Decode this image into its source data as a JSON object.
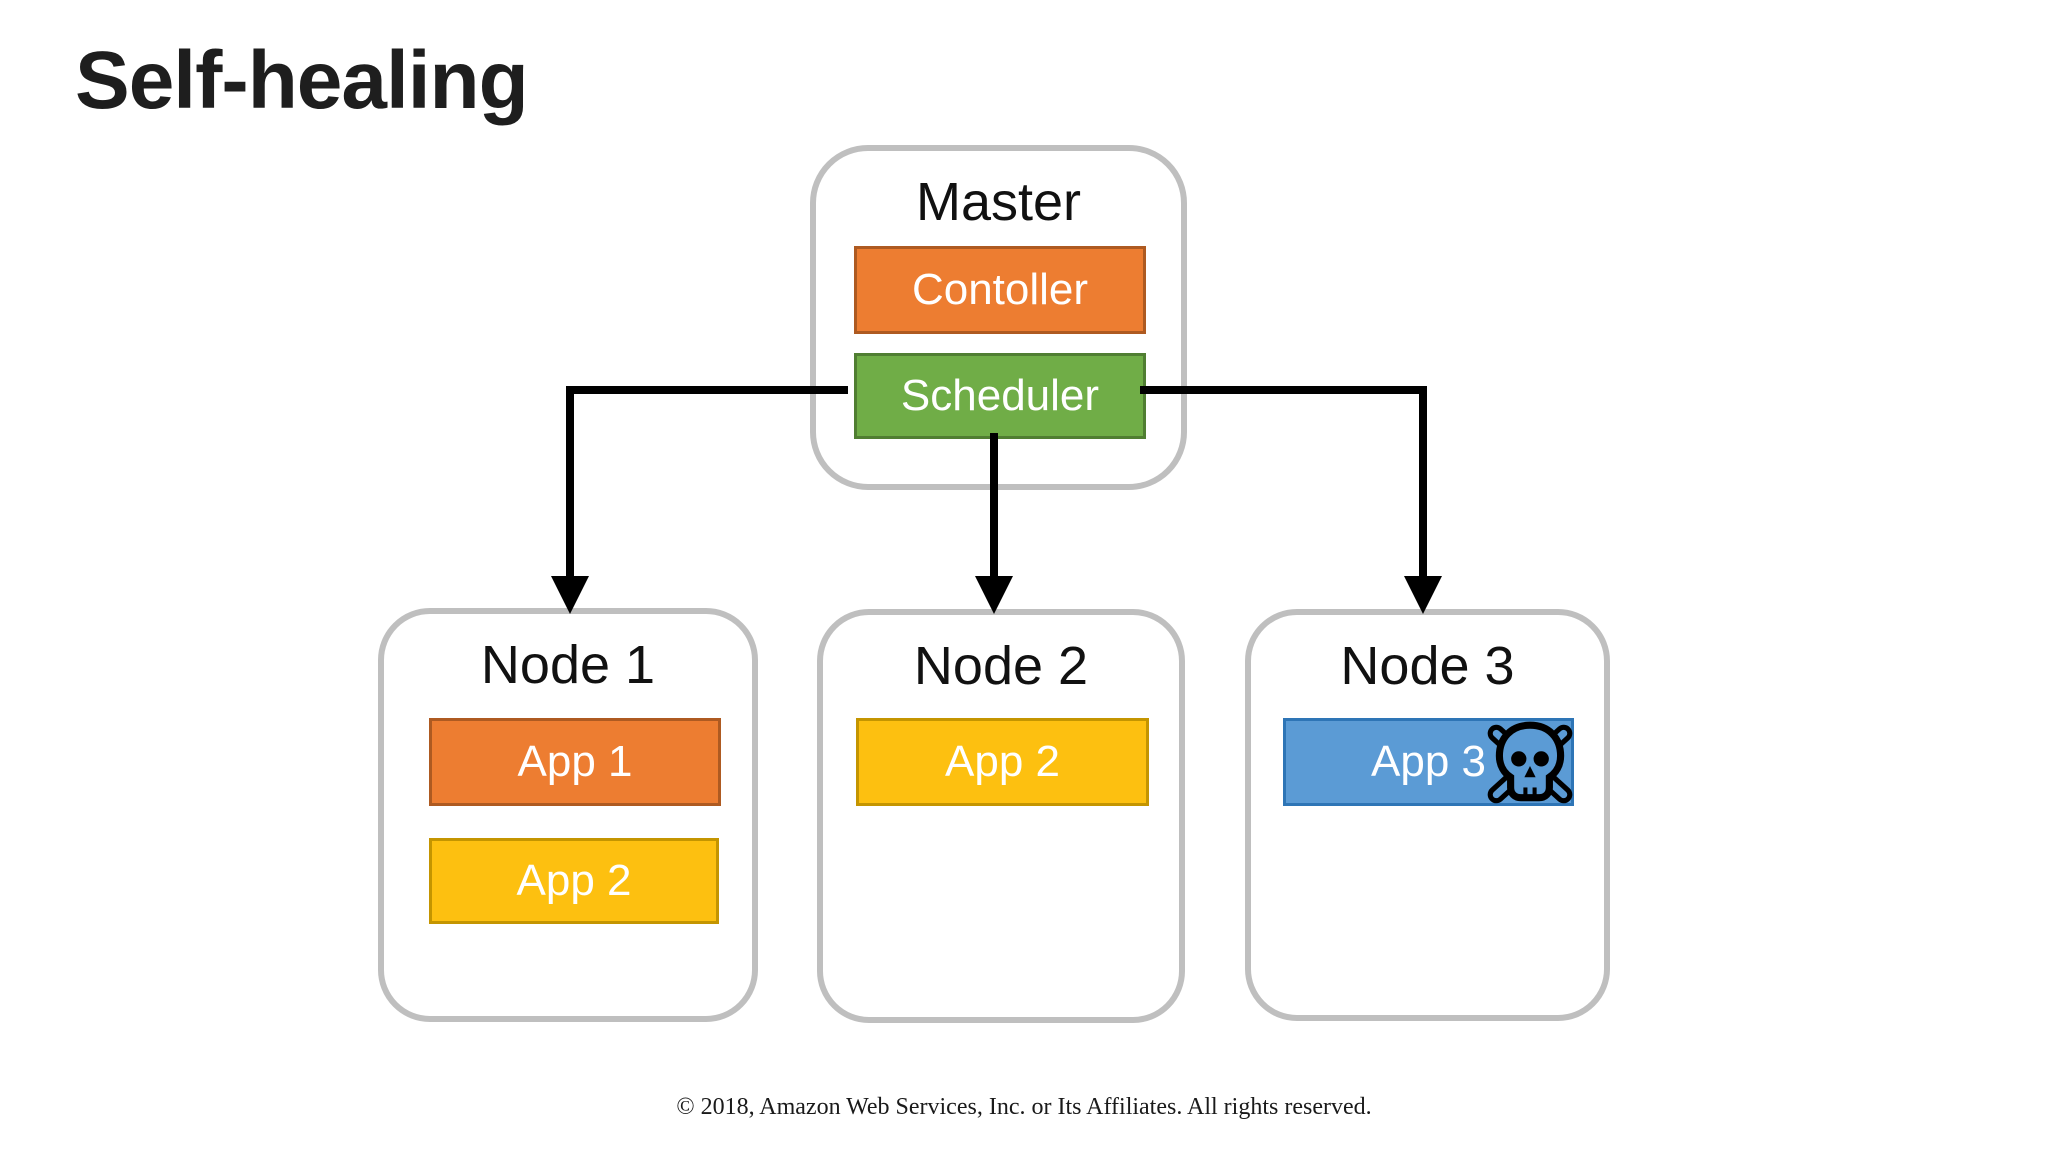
{
  "slide": {
    "title": "Self-healing",
    "footer": "© 2018, Amazon Web Services, Inc. or Its Affiliates. All rights reserved."
  },
  "master": {
    "label": "Master",
    "components": [
      {
        "label": "Contoller",
        "color": "orange"
      },
      {
        "label": "Scheduler",
        "color": "green"
      }
    ]
  },
  "nodes": [
    {
      "label": "Node 1",
      "apps": [
        {
          "label": "App 1",
          "color": "orange"
        },
        {
          "label": "App 2",
          "color": "yellow"
        }
      ]
    },
    {
      "label": "Node 2",
      "apps": [
        {
          "label": "App 2",
          "color": "yellow"
        }
      ]
    },
    {
      "label": "Node 3",
      "apps": [
        {
          "label": "App 3",
          "color": "blue",
          "status_icon": "skull-crossbones"
        }
      ]
    }
  ],
  "connections": [
    {
      "from": "Scheduler",
      "to": "Node 1",
      "style": "arrow"
    },
    {
      "from": "Scheduler",
      "to": "Node 2",
      "style": "arrow"
    },
    {
      "from": "Scheduler",
      "to": "Node 3",
      "style": "arrow"
    }
  ],
  "colors": {
    "title_text": "#1e1e1e",
    "node_border": "#bfbfbf",
    "connector": "#000000",
    "chip_orange": "#ed7d31",
    "chip_orange_border": "#ae5a21",
    "chip_green": "#70ad47",
    "chip_green_border": "#507e32",
    "chip_yellow": "#fdc010",
    "chip_yellow_border": "#c49500",
    "chip_blue": "#5b9bd5",
    "chip_blue_border": "#2e75b6"
  }
}
